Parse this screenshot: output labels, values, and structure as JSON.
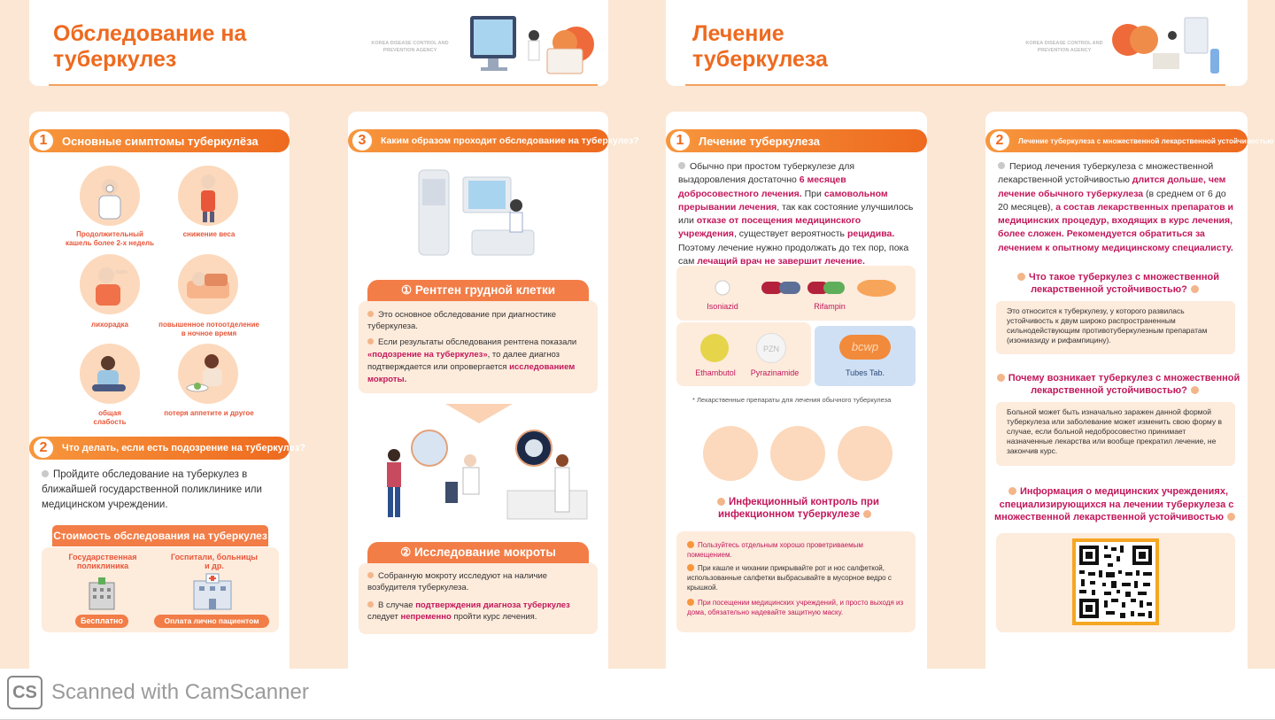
{
  "left_header": {
    "title_line1": "Обследование на",
    "title_line2": "туберкулез",
    "agency_line1": "KOREA DISEASE CONTROL AND",
    "agency_line2": "PREVENTION AGENCY"
  },
  "right_header": {
    "title_line1": "Лечение",
    "title_line2": "туберкулеза",
    "agency_line1": "KOREA DISEASE CONTROL AND",
    "agency_line2": "PREVENTION AGENCY"
  },
  "panel1": {
    "section1": {
      "num": "1",
      "title": "Основные симптомы туберкулёза"
    },
    "symptoms": [
      {
        "label_line1": "Продолжительный",
        "label_line2": "кашель более 2-х недель",
        "icon": "coughing-person-icon"
      },
      {
        "label_line1": "снижение веса",
        "label_line2": "",
        "icon": "weight-loss-icon"
      },
      {
        "label_line1": "лихорадка",
        "label_line2": "",
        "icon": "fever-icon"
      },
      {
        "label_line1": "повышенное потоотделение",
        "label_line2": "в ночное время",
        "icon": "night-sweat-icon"
      },
      {
        "label_line1": "общая",
        "label_line2": "слабость",
        "icon": "weakness-icon"
      },
      {
        "label_line1": "потеря аппетите и другое",
        "label_line2": "",
        "icon": "appetite-loss-icon"
      }
    ],
    "section2": {
      "num": "2",
      "title": "Что делать, если есть подозрение на туберкулез?"
    },
    "advice": "Пройдите обследование на туберкулез в ближайшей государственной поликлинике или медицинском учреждении.",
    "cost": {
      "title": "Стоимость обследования на туберкулез",
      "col1_line1": "Государственная",
      "col1_line2": "поликлиника",
      "col2_line1": "Госпитали, больницы",
      "col2_line2": "и др.",
      "badge1": "Бесплатно",
      "badge2": "Оплата лично пациентом"
    }
  },
  "panel2": {
    "section3": {
      "num": "3",
      "title": "Каким образом проходит обследование на туберкулез?"
    },
    "xray": {
      "title": "① Рентген грудной клетки",
      "b1": "Это основное обследование при диагностике туберкулеза.",
      "b2_a": "Если результаты обследования рентгена показали ",
      "b2_hl": "«подозрение на туберкулез»",
      "b2_b": ", то далее диагноз подтверждается или опровергается ",
      "b2_hl2": "исследованием мокроты."
    },
    "sputum": {
      "title": "② Исследование мокроты",
      "b1": "Собранную мокроту исследуют на наличие возбудителя туберкулеза.",
      "b2_a": "В случае ",
      "b2_hl": "подтверждения диагноза туберкулез",
      "b2_b": " следует ",
      "b2_hl2": "непременно",
      "b2_c": " пройти курс лечения."
    }
  },
  "panel3": {
    "section1": {
      "num": "1",
      "title": "Лечение туберкулеза"
    },
    "p_a": "Обычно при простом туберкулезе для выздоровления достаточно ",
    "p_hl1": "6 месяцев добросовестного лечения.",
    "p_b": " При ",
    "p_hl2": "самовольном прерывании лечения",
    "p_c": ", так как состояние улучшилось или ",
    "p_hl3": "отказе от посещения медицинского учреждения",
    "p_d": ", существует вероятность ",
    "p_hl4": "рецидива.",
    "p_e": " Поэтому лечение нужно продолжать до тех пор, пока сам ",
    "p_hl5": "лечащий врач не завершит лечение.",
    "drugs": {
      "isoniazid": "Isoniazid",
      "rifampin": "Rifampin",
      "ethambutol": "Ethambutol",
      "pyrazinamide": "Pyrazinamide",
      "tubes": "Tubes Tab.",
      "pill_pzn": "PZN",
      "pill_bcwp": "bcwp"
    },
    "drug_note": "* Лекарственные препараты для лечения обычного туберкулеза",
    "infection": {
      "title_line1": "Инфекционный контроль при",
      "title_line2": "инфекционном туберкулезе",
      "b1": "Пользуйтесь отдельным хорошо проветриваемым помещением.",
      "b2": "При кашле и чихании прикрывайте рот и нос салфеткой, использованные салфетки выбрасывайте в мусорное ведро с крышкой.",
      "b3": "При посещении медицинских учреждений, и просто выходя из дома, обязательно надевайте защитную маску."
    }
  },
  "panel4": {
    "section2": {
      "num": "2",
      "title": "Лечение туберкулеза с множественной лекарственной устойчивостью"
    },
    "p_a": "Период лечения туберкулеза с множественной лекарственной устойчивостью ",
    "p_hl1": "длится дольше, чем лечение обычного туберкулеза",
    "p_b": " (в среднем от 6 до 20 месяцев), ",
    "p_hl2": "а состав лекарственных препаратов и медицинских процедур, входящих в курс лечения, более сложен. Рекомендуется обратиться за лечением к опытному медицинскому специалисту.",
    "q1": "Что такое туберкулез с множественной лекарственной устойчивостью?",
    "a1": "Это относится к туберкулезу, у которого развилась устойчивость к двум широко распространенным сильнодействующим противотуберкулезным препаратам (изониазиду и рифампицину).",
    "q2": "Почему возникает туберкулез с множественной лекарственной устойчивостью?",
    "a2": "Больной может быть изначально заражен данной формой туберкулеза или заболевание может изменить свою форму в случае, если больной недобросовестно принимает назначенные лекарства или вообще прекратил лечение, не закончив курс.",
    "q3": "Информация о медицинских учреждениях, специализирующихся на лечении туберкулеза с множественной лекарственной устойчивостью"
  },
  "footer": {
    "logo": "CS",
    "text": "Scanned with CamScanner"
  }
}
